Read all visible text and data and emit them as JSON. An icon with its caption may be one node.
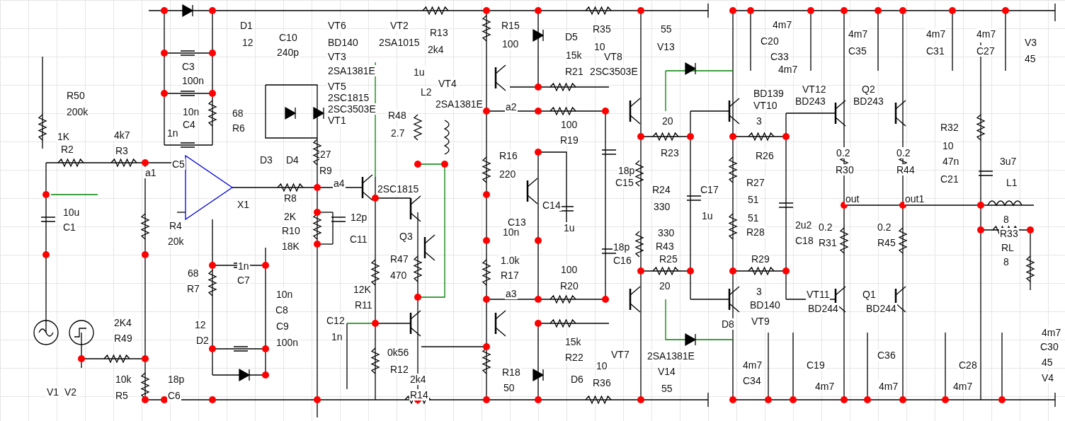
{
  "diagram": {
    "labels": [
      "D1",
      "12",
      "VT6",
      "BD140",
      "VT2",
      "2SA1015",
      "R13",
      "2k4",
      "R15",
      "100",
      "D5",
      "R35",
      "10",
      "55",
      "V13",
      "4m7",
      "C20",
      "C33",
      "4m7",
      "4m7",
      "C35",
      "4m7",
      "4m7",
      "C31",
      "C27",
      "V3",
      "45",
      "C10",
      "240p",
      "C3",
      "100n",
      "VT3",
      "2SA1381E",
      "1u",
      "15k",
      "R21",
      "VT8",
      "2SC3503E",
      "VT5",
      "2SC1815",
      "2SC3503E",
      "VT1",
      "VT4",
      "L2",
      "2SA1381E",
      "a2",
      "R50",
      "200k",
      "10n",
      "C4",
      "68",
      "R6",
      "1K",
      "R2",
      "4k7",
      "R3",
      "R48",
      "2.7",
      "1n",
      "BD139",
      "VT10",
      "VT12",
      "BD243",
      "Q2",
      "BD243",
      "R32",
      "10",
      "47n",
      "3u7",
      "C21",
      "L1",
      "100",
      "R19",
      "20",
      "R23",
      "3",
      "R26",
      "R16",
      "220",
      "C5",
      "D3",
      "D4",
      "27",
      "R9",
      "a1",
      "a4",
      "2SC1815",
      "18p",
      "C15",
      "R24",
      "330",
      "C17",
      "1u",
      "R27",
      "51",
      "0.2",
      "R30",
      "0.2",
      "R44",
      "X1",
      "R8",
      "2K",
      "R10",
      "18K",
      "R4",
      "20k",
      "10u",
      "C1",
      "12p",
      "C11",
      "Q3",
      "C14",
      "10n",
      "C13",
      "1u",
      "out",
      "out1",
      "2u2",
      "C18",
      "0.2",
      "R31",
      "0.2",
      "R45",
      "51",
      "R28",
      "8",
      "R33",
      "RL",
      "8",
      "330",
      "R43",
      "R25",
      "20",
      "18p",
      "C16",
      "R47",
      "470",
      "68",
      "R7",
      "1n",
      "C7",
      "10n",
      "C8",
      "12K",
      "R11",
      "1.0k",
      "R17",
      "100",
      "R20",
      "a3",
      "R29",
      "3",
      "BD140",
      "VT9",
      "VT11",
      "BD244",
      "Q1",
      "BD244",
      "C12",
      "1n",
      "2K4",
      "R49",
      "12",
      "D2",
      "C9",
      "100n",
      "D8",
      "15k",
      "R22",
      "VT7",
      "0k56",
      "R12",
      "2SA1381E",
      "V14",
      "55",
      "4m7",
      "C30",
      "45",
      "V4",
      "4m7",
      "C34",
      "C19",
      "C36",
      "C28",
      "4m7",
      "4m7",
      "4m7",
      "R18",
      "50",
      "D6",
      "10",
      "R36",
      "10k",
      "R5",
      "18p",
      "C6",
      "2k4",
      "R14",
      "V1",
      "V2"
    ]
  }
}
